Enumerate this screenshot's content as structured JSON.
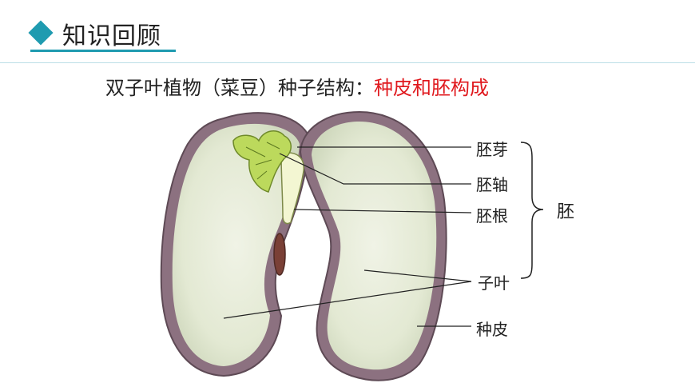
{
  "header": {
    "title": "知识回顾"
  },
  "caption": {
    "prefix": "双子叶植物（菜豆）种子结构：",
    "highlight": "种皮和胚构成",
    "highlight_color": "#e0191e"
  },
  "labels": {
    "plumule": "胚芽",
    "hypocotyl": "胚轴",
    "radicle": "胚根",
    "cotyledon": "子叶",
    "seed_coat": "种皮",
    "embryo": "胚"
  },
  "colors": {
    "accent": "#1f9bb0",
    "seed_coat": "#8a6b78",
    "cotyledon": "#e8ecdc",
    "embryo": "#b8d85a"
  }
}
